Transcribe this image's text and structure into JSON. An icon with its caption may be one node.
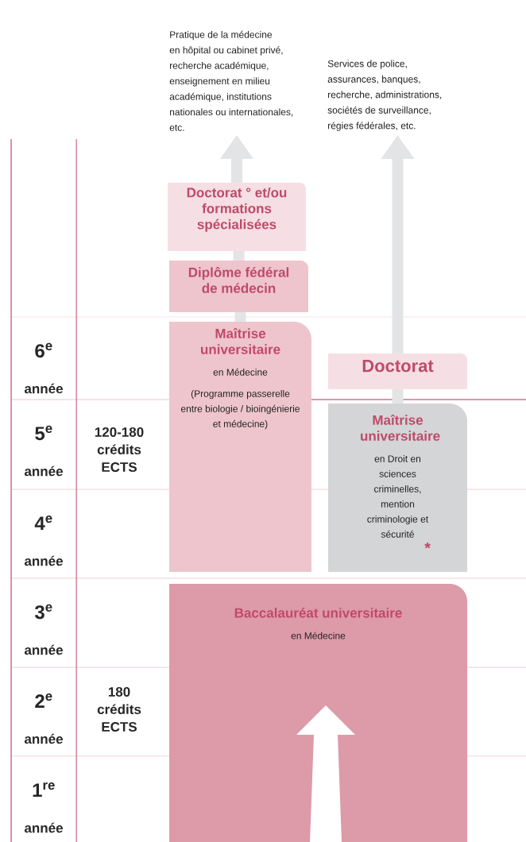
{
  "diagram": {
    "nodes": [
      {
        "text": [
          "Baccalauréat universitaire",
          "en Médecine"
        ]
      },
      {
        "text": [
          "Maîtrise universitaire",
          "en Médecine",
          "(Programme passerelle entre biologie / bioingénierie et médecine)"
        ]
      },
      {
        "text": [
          "Diplôme fédéral de médecin"
        ]
      },
      {
        "text": [
          "Doctorat ° et/ou formations spécialisées"
        ]
      },
      {
        "text": [
          "Pratique de la médecine en hôpital ou cabinet privé, recherche académique, enseignement en milieu académique, institutions nationales ou internationales, etc."
        ]
      },
      {
        "text": [
          "Maîtrise universitaire",
          "en Droit en sciences criminelles, mention criminologie et sécurité",
          "*"
        ]
      },
      {
        "text": [
          "Doctorat"
        ]
      },
      {
        "text": [
          "Services de police, assurances, banques, recherche, administrations, sociétés de surveillance, régies fédérales, etc."
        ]
      }
    ],
    "edges": [
      {
        "from": 1,
        "to": 2,
        "arrow": "none"
      },
      {
        "from": 2,
        "to": 3,
        "arrow": "none"
      },
      {
        "from": 3,
        "to": 4,
        "arrow": "to"
      },
      {
        "from": 5,
        "to": 6,
        "arrow": "none"
      },
      {
        "from": 6,
        "to": 7,
        "arrow": "to"
      }
    ],
    "labels": [
      "6$^{e}$",
      "année",
      "5$^{e}$",
      "année",
      "4$^{e}$",
      "année",
      "3$^{e}$",
      "année",
      "2$^{e}$",
      "année",
      "1$^{re}$",
      "année",
      "120-180 crédits ECTS",
      "180 crédits ECTS"
    ]
  }
}
